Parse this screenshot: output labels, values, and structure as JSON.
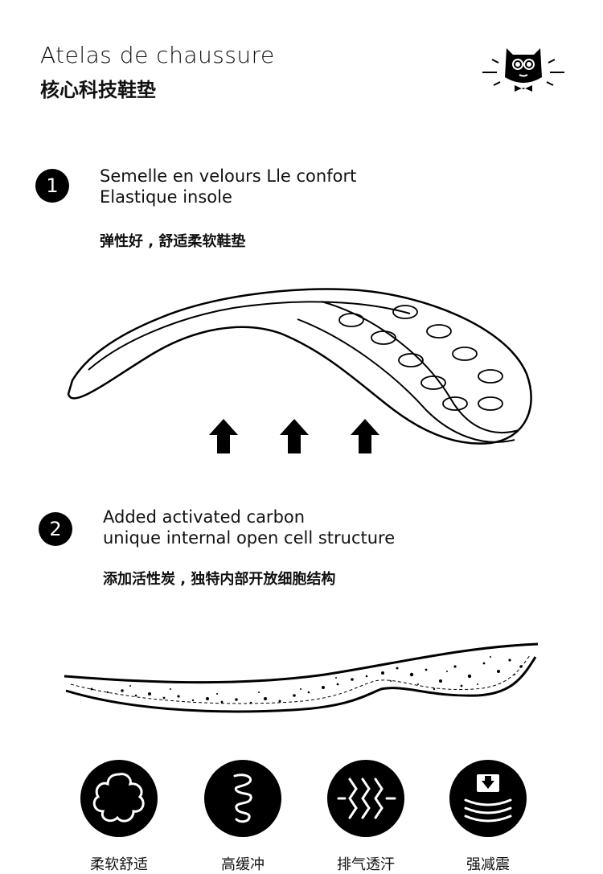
{
  "header": {
    "title_en": "Atelas de chaussure",
    "title_zh": "核心科技鞋垫",
    "logo_icon": "owl-cat-logo-icon"
  },
  "sections": [
    {
      "number": "1",
      "line1": "Semelle en velours Lle confort",
      "line2": "Elastique insole",
      "subtitle_zh": "弹性好 , 舒适柔软鞋垫"
    },
    {
      "number": "2",
      "line1": "Added activated carbon",
      "line2": "unique internal open cell structure",
      "subtitle_zh": "添加活性炭 , 独特内部开放细胞结构"
    }
  ],
  "features": [
    {
      "label": "柔软舒适",
      "icon": "cloud-icon"
    },
    {
      "label": "高缓冲",
      "icon": "spring-icon"
    },
    {
      "label": "排气透汗",
      "icon": "airflow-icon"
    },
    {
      "label": "强减震",
      "icon": "shock-absorb-icon"
    }
  ],
  "colors": {
    "ink": "#111111",
    "background": "#ffffff"
  }
}
